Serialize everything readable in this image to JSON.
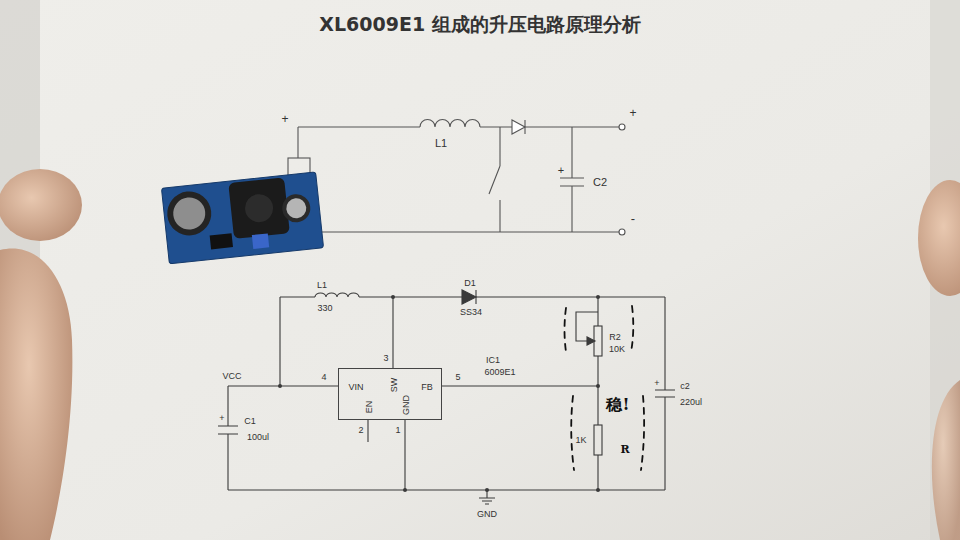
{
  "diagram": {
    "title": "XL6009E1 组成的升压电路原理分析",
    "nodes": [
      {
        "text": [
          "VIN",
          "SW",
          "FB",
          "EN",
          "GND"
        ]
      }
    ],
    "labels": [
      "+",
      "L1",
      "+",
      "C2",
      "+",
      "-",
      "L1",
      "330",
      "D1",
      "SS34",
      "3",
      "IC1",
      "6009E1",
      "4",
      "5",
      "2",
      "1",
      "VCC",
      "+",
      "C1",
      "100ul",
      "R2",
      "10K",
      "1K",
      "+",
      "c2",
      "220ul",
      "GND",
      "稳!",
      "R"
    ]
  }
}
